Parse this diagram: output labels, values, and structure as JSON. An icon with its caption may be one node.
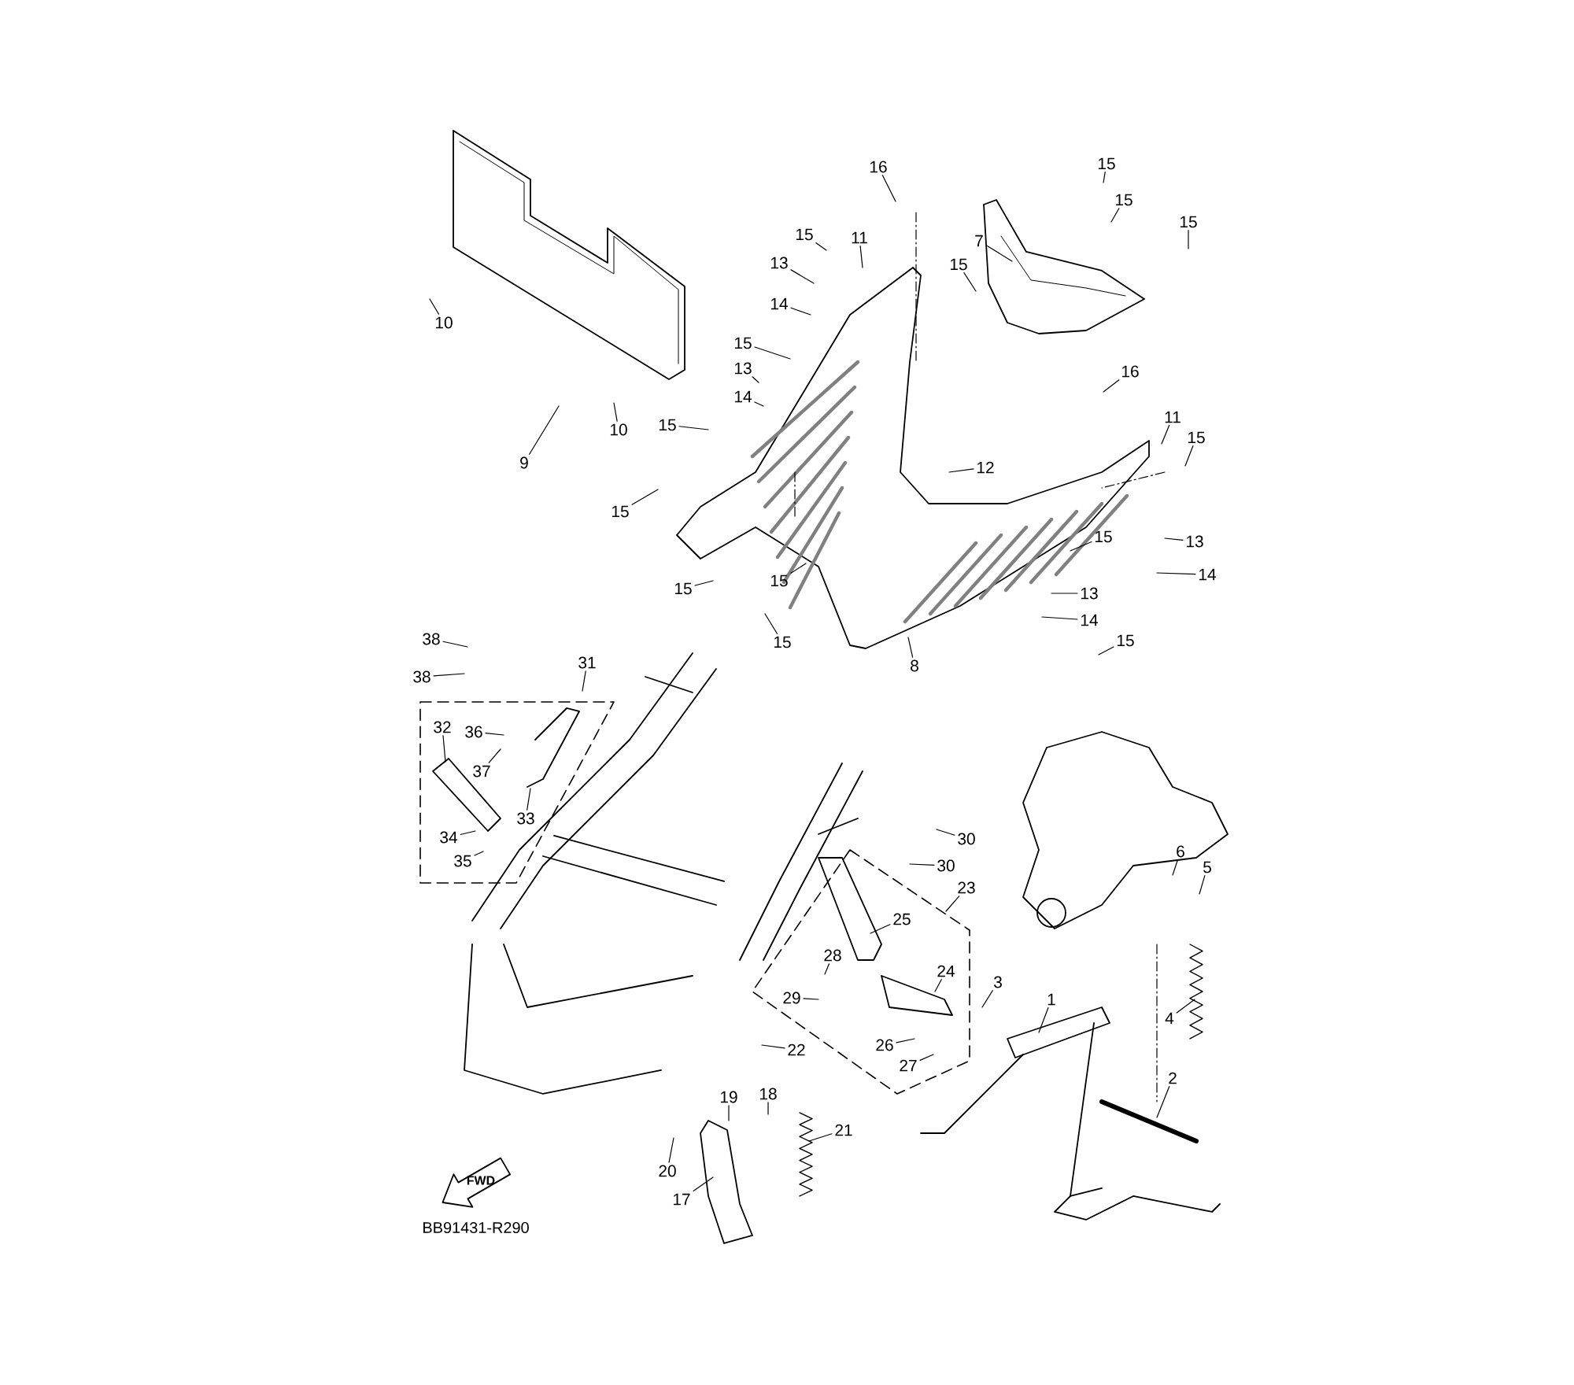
{
  "diagram": {
    "nodes": [
      {
        "text": [
          "16"
        ]
      },
      {
        "text": [
          "15"
        ]
      },
      {
        "text": [
          "15"
        ]
      },
      {
        "text": [
          "15"
        ]
      },
      {
        "text": [
          "7"
        ]
      },
      {
        "text": [
          "15"
        ]
      },
      {
        "text": [
          "15"
        ]
      },
      {
        "text": [
          "11"
        ]
      },
      {
        "text": [
          "13"
        ]
      },
      {
        "text": [
          "14"
        ]
      },
      {
        "text": [
          "15"
        ]
      },
      {
        "text": [
          "13"
        ]
      },
      {
        "text": [
          "14"
        ]
      },
      {
        "text": [
          "15"
        ]
      },
      {
        "text": [
          "16"
        ]
      },
      {
        "text": [
          "11"
        ]
      },
      {
        "text": [
          "15"
        ]
      },
      {
        "text": [
          "12"
        ]
      },
      {
        "text": [
          "15"
        ]
      },
      {
        "text": [
          "15"
        ]
      },
      {
        "text": [
          "15"
        ]
      },
      {
        "text": [
          "15"
        ]
      },
      {
        "text": [
          "15"
        ]
      },
      {
        "text": [
          "13"
        ]
      },
      {
        "text": [
          "14"
        ]
      },
      {
        "text": [
          "13"
        ]
      },
      {
        "text": [
          "14"
        ]
      },
      {
        "text": [
          "15"
        ]
      },
      {
        "text": [
          "8"
        ]
      },
      {
        "text": [
          "9"
        ]
      },
      {
        "text": [
          "10"
        ]
      },
      {
        "text": [
          "10"
        ]
      },
      {
        "text": [
          "38"
        ]
      },
      {
        "text": [
          "38"
        ]
      },
      {
        "text": [
          "31"
        ]
      },
      {
        "text": [
          "32"
        ]
      },
      {
        "text": [
          "36"
        ]
      },
      {
        "text": [
          "37"
        ]
      },
      {
        "text": [
          "33"
        ]
      },
      {
        "text": [
          "34"
        ]
      },
      {
        "text": [
          "35"
        ]
      },
      {
        "text": [
          "30"
        ]
      },
      {
        "text": [
          "30"
        ]
      },
      {
        "text": [
          "23"
        ]
      },
      {
        "text": [
          "25"
        ]
      },
      {
        "text": [
          "28"
        ]
      },
      {
        "text": [
          "29"
        ]
      },
      {
        "text": [
          "24"
        ]
      },
      {
        "text": [
          "26"
        ]
      },
      {
        "text": [
          "27"
        ]
      },
      {
        "text": [
          "22"
        ]
      },
      {
        "text": [
          "19"
        ]
      },
      {
        "text": [
          "18"
        ]
      },
      {
        "text": [
          "21"
        ]
      },
      {
        "text": [
          "20"
        ]
      },
      {
        "text": [
          "17"
        ]
      },
      {
        "text": [
          "3"
        ]
      },
      {
        "text": [
          "1"
        ]
      },
      {
        "text": [
          "6"
        ]
      },
      {
        "text": [
          "5"
        ]
      },
      {
        "text": [
          "4"
        ]
      },
      {
        "text": [
          "2"
        ]
      }
    ],
    "edges": [
      {
        "from": 0,
        "to": null,
        "arrow": "none"
      },
      {
        "from": 1,
        "to": null,
        "arrow": "none"
      },
      {
        "from": 2,
        "to": null,
        "arrow": "none"
      },
      {
        "from": 3,
        "to": null,
        "arrow": "none"
      },
      {
        "from": 4,
        "to": null,
        "arrow": "none"
      },
      {
        "from": 5,
        "to": null,
        "arrow": "none"
      },
      {
        "from": 6,
        "to": null,
        "arrow": "none"
      },
      {
        "from": 7,
        "to": null,
        "arrow": "none"
      },
      {
        "from": 8,
        "to": null,
        "arrow": "none"
      },
      {
        "from": 9,
        "to": null,
        "arrow": "none"
      },
      {
        "from": 10,
        "to": null,
        "arrow": "none"
      },
      {
        "from": 11,
        "to": null,
        "arrow": "none"
      },
      {
        "from": 12,
        "to": null,
        "arrow": "none"
      },
      {
        "from": 13,
        "to": null,
        "arrow": "none"
      },
      {
        "from": 14,
        "to": null,
        "arrow": "none"
      },
      {
        "from": 15,
        "to": null,
        "arrow": "none"
      },
      {
        "from": 16,
        "to": null,
        "arrow": "none"
      },
      {
        "from": 17,
        "to": null,
        "arrow": "none"
      },
      {
        "from": 18,
        "to": null,
        "arrow": "none"
      },
      {
        "from": 19,
        "to": null,
        "arrow": "none"
      },
      {
        "from": 20,
        "to": null,
        "arrow": "none"
      },
      {
        "from": 21,
        "to": null,
        "arrow": "none"
      },
      {
        "from": 22,
        "to": null,
        "arrow": "none"
      },
      {
        "from": 23,
        "to": null,
        "arrow": "none"
      },
      {
        "from": 24,
        "to": null,
        "arrow": "none"
      },
      {
        "from": 25,
        "to": null,
        "arrow": "none"
      },
      {
        "from": 26,
        "to": null,
        "arrow": "none"
      },
      {
        "from": 27,
        "to": null,
        "arrow": "none"
      },
      {
        "from": 28,
        "to": null,
        "arrow": "none"
      },
      {
        "from": 29,
        "to": null,
        "arrow": "none"
      },
      {
        "from": 30,
        "to": null,
        "arrow": "none"
      },
      {
        "from": 31,
        "to": null,
        "arrow": "none"
      },
      {
        "from": 32,
        "to": null,
        "arrow": "none"
      },
      {
        "from": 33,
        "to": null,
        "arrow": "none"
      },
      {
        "from": 34,
        "to": null,
        "arrow": "none"
      },
      {
        "from": 35,
        "to": null,
        "arrow": "none"
      },
      {
        "from": 36,
        "to": null,
        "arrow": "none"
      },
      {
        "from": 37,
        "to": null,
        "arrow": "none"
      },
      {
        "from": 38,
        "to": null,
        "arrow": "none"
      },
      {
        "from": 39,
        "to": null,
        "arrow": "none"
      },
      {
        "from": 40,
        "to": null,
        "arrow": "none"
      },
      {
        "from": 41,
        "to": null,
        "arrow": "none"
      },
      {
        "from": 42,
        "to": null,
        "arrow": "none"
      },
      {
        "from": 43,
        "to": null,
        "arrow": "none"
      },
      {
        "from": 44,
        "to": null,
        "arrow": "none"
      },
      {
        "from": 45,
        "to": null,
        "arrow": "none"
      },
      {
        "from": 46,
        "to": null,
        "arrow": "none"
      },
      {
        "from": 47,
        "to": null,
        "arrow": "none"
      },
      {
        "from": 48,
        "to": null,
        "arrow": "none"
      },
      {
        "from": 49,
        "to": null,
        "arrow": "none"
      },
      {
        "from": 50,
        "to": null,
        "arrow": "none"
      },
      {
        "from": 51,
        "to": null,
        "arrow": "none"
      },
      {
        "from": 52,
        "to": null,
        "arrow": "none"
      },
      {
        "from": 53,
        "to": null,
        "arrow": "none"
      },
      {
        "from": 54,
        "to": null,
        "arrow": "none"
      },
      {
        "from": 55,
        "to": null,
        "arrow": "none"
      },
      {
        "from": 56,
        "to": null,
        "arrow": "none"
      },
      {
        "from": 57,
        "to": null,
        "arrow": "none"
      },
      {
        "from": 58,
        "to": null,
        "arrow": "none"
      },
      {
        "from": 59,
        "to": null,
        "arrow": "none"
      },
      {
        "from": 60,
        "to": null,
        "arrow": "none"
      },
      {
        "from": 61,
        "to": null,
        "arrow": "none"
      }
    ],
    "labels": [
      "FWD",
      "BB91431-R290"
    ]
  }
}
